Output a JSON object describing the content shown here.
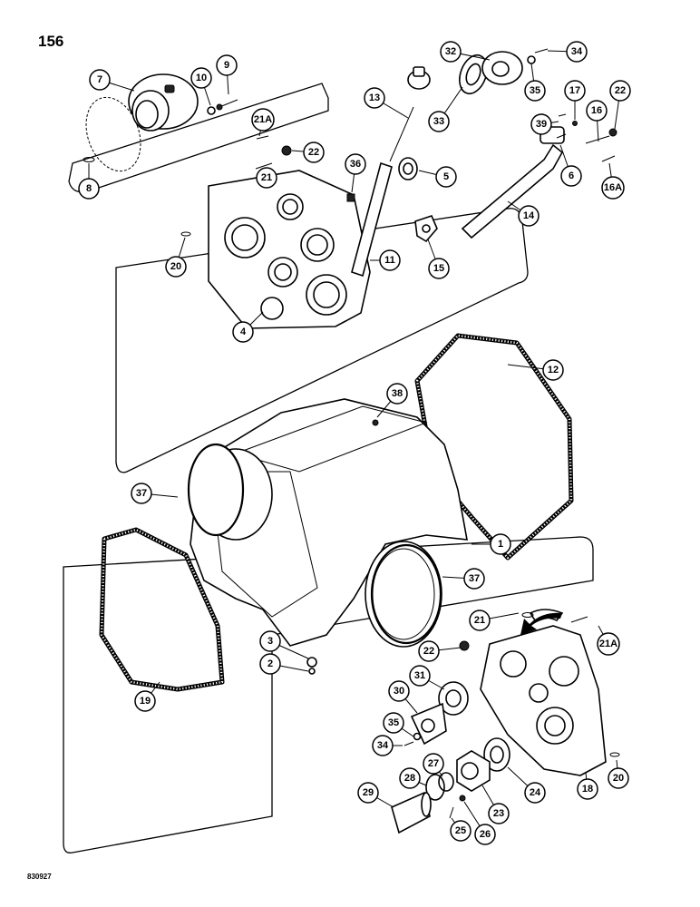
{
  "page": {
    "number": "156",
    "drawing_code": "830927"
  },
  "callouts": [
    {
      "label": "7"
    },
    {
      "label": "10"
    },
    {
      "label": "9"
    },
    {
      "label": "8"
    },
    {
      "label": "21A"
    },
    {
      "label": "22"
    },
    {
      "label": "21"
    },
    {
      "label": "36"
    },
    {
      "label": "20"
    },
    {
      "label": "4"
    },
    {
      "label": "11"
    },
    {
      "label": "13"
    },
    {
      "label": "32"
    },
    {
      "label": "34"
    },
    {
      "label": "33"
    },
    {
      "label": "35"
    },
    {
      "label": "17"
    },
    {
      "label": "22"
    },
    {
      "label": "39"
    },
    {
      "label": "16"
    },
    {
      "label": "6"
    },
    {
      "label": "16A"
    },
    {
      "label": "5"
    },
    {
      "label": "14"
    },
    {
      "label": "15"
    },
    {
      "label": "12"
    },
    {
      "label": "38"
    },
    {
      "label": "37"
    },
    {
      "label": "1"
    },
    {
      "label": "37"
    },
    {
      "label": "19"
    },
    {
      "label": "3"
    },
    {
      "label": "2"
    },
    {
      "label": "21"
    },
    {
      "label": "21A"
    },
    {
      "label": "22"
    },
    {
      "label": "31"
    },
    {
      "label": "30"
    },
    {
      "label": "35"
    },
    {
      "label": "34"
    },
    {
      "label": "27"
    },
    {
      "label": "28"
    },
    {
      "label": "24"
    },
    {
      "label": "23"
    },
    {
      "label": "29"
    },
    {
      "label": "26"
    },
    {
      "label": "25"
    },
    {
      "label": "18"
    },
    {
      "label": "20"
    }
  ]
}
